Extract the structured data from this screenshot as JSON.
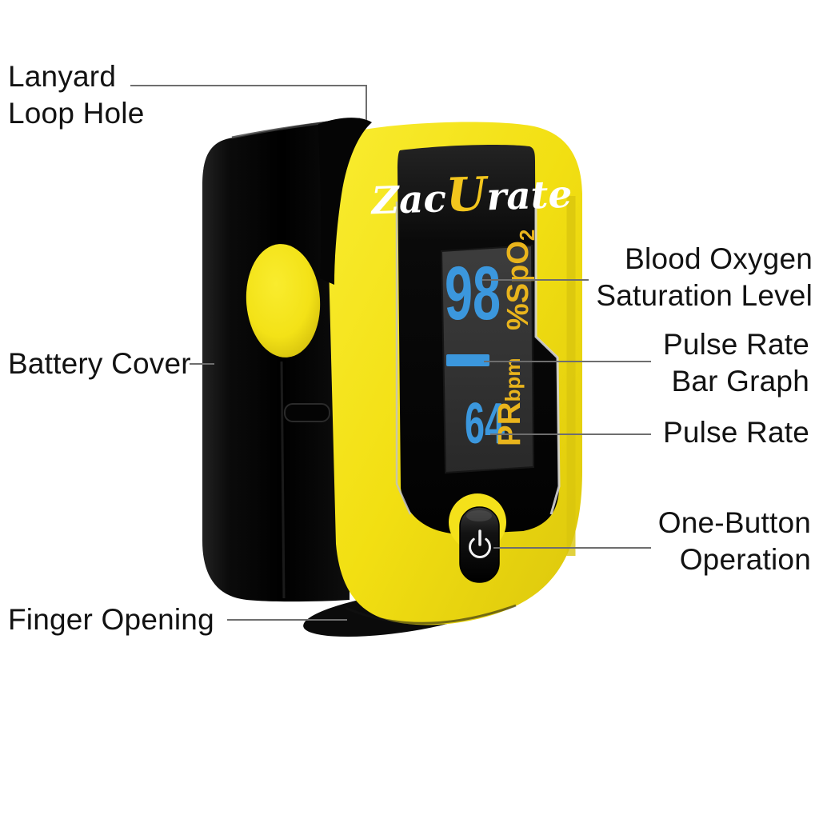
{
  "callouts": {
    "lanyard_loop_hole": {
      "line1": "Lanyard",
      "line2": "Loop Hole"
    },
    "battery_cover": {
      "line1": "Battery Cover"
    },
    "finger_opening": {
      "line1": "Finger Opening"
    },
    "blood_oxygen": {
      "line1": "Blood Oxygen",
      "line2": "Saturation Level"
    },
    "pulse_rate_bar": {
      "line1": "Pulse Rate",
      "line2": "Bar Graph"
    },
    "pulse_rate": {
      "line1": "Pulse Rate"
    },
    "one_button": {
      "line1": "One-Button",
      "line2": "Operation"
    }
  },
  "device": {
    "brand": {
      "zac": "Zac",
      "u": "U",
      "rate": "rate"
    },
    "display": {
      "spo2_value": "98",
      "spo2_unit": "%SpO",
      "spo2_unit_subscript": "2",
      "pulse_value": "64",
      "pulse_unit": "PR",
      "pulse_unit_small": "bpm"
    }
  },
  "colors": {
    "device_yellow": "#f2df12",
    "display_blue": "#3b97dd",
    "display_amber": "#e9b41c",
    "label_text": "#121212",
    "leader_line": "#6e6e6e"
  }
}
